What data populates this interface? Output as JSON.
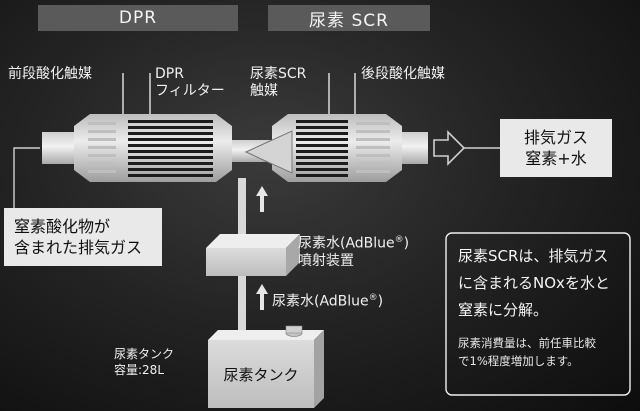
{
  "headers": {
    "dpr": "DPR",
    "scr": "尿素 SCR"
  },
  "labels": {
    "pre_oxidation_catalyst": "前段酸化触媒",
    "dpr_filter_line1": "DPR",
    "dpr_filter_line2": "フィルター",
    "urea_scr_catalyst_line1": "尿素SCR",
    "urea_scr_catalyst_line2": "触媒",
    "post_oxidation_catalyst": "後段酸化触媒",
    "injector_line1": "尿素水(AdBlue",
    "injector_line1_sup": "®",
    "injector_line1_end": ")",
    "injector_line2": "噴射装置",
    "feed_line": "尿素水(AdBlue",
    "feed_line_sup": "®",
    "feed_line_end": ")",
    "tank_capacity_line1": "尿素タンク",
    "tank_capacity_line2": "容量:28L"
  },
  "boxes": {
    "exhaust_line1": "排気ガス",
    "exhaust_line2": "窒素+水",
    "input_gas_line1": "窒素酸化物が",
    "input_gas_line2": "含まれた排気ガス",
    "urea_tank": "尿素タンク"
  },
  "info_box": {
    "line1": "尿素SCRは、排気ガス",
    "line2": "に含まれるNOxを水と",
    "line3": "窒素に分解。",
    "note_line1": "尿素消費量は、前任車比較",
    "note_line2": "で1%程度増加します。"
  },
  "colors": {
    "header_bg": "#5a5a5a",
    "label_box_bg": "#e9e9e9",
    "catalyst_light": "#d9d9d9",
    "stripes": "#1c1c1c"
  }
}
